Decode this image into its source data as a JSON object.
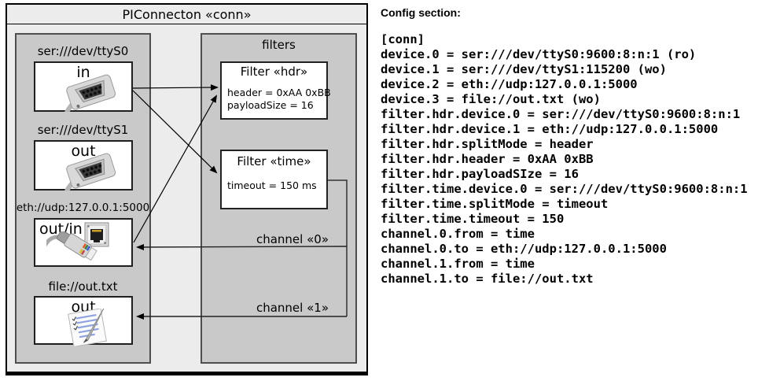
{
  "diagram": {
    "title": "PIConnecton «conn»",
    "devices_panel": {
      "devices": [
        {
          "label": "ser:///dev/ttyS0",
          "port": "in",
          "icon": "serial-port-icon"
        },
        {
          "label": "ser:///dev/ttyS1",
          "port": "out",
          "icon": "serial-port-icon"
        },
        {
          "label": "eth://udp:127.0.0.1:5000",
          "port": "out/in",
          "icon": "ethernet-icon"
        },
        {
          "label": "file://out.txt",
          "port": "out",
          "icon": "notepad-icon"
        }
      ]
    },
    "filters_panel": {
      "title": "filters",
      "filters": [
        {
          "title": "Filter «hdr»",
          "attributes": [
            "header = 0xAA 0xBB",
            "payloadSize = 16"
          ]
        },
        {
          "title": "Filter «time»",
          "attributes": [
            "timeout = 150 ms"
          ]
        }
      ]
    },
    "channels": [
      {
        "label": "channel «0»"
      },
      {
        "label": "channel «1»"
      }
    ]
  },
  "config": {
    "heading": "Config section:",
    "lines": [
      "[conn]",
      "device.0 = ser:///dev/ttyS0:9600:8:n:1 (ro)",
      "device.1 = ser:///dev/ttyS1:115200 (wo)",
      "device.2 = eth://udp:127.0.0.1:5000",
      "device.3 = file://out.txt (wo)",
      "filter.hdr.device.0 = ser:///dev/ttyS0:9600:8:n:1",
      "filter.hdr.device.1 = eth://udp:127.0.0.1:5000",
      "filter.hdr.splitMode = header",
      "filter.hdr.header = 0xAA 0xBB",
      "filter.hdr.payloadSIze = 16",
      "filter.time.device.0 = ser:///dev/ttyS0:9600:8:n:1",
      "filter.time.splitMode = timeout",
      "filter.time.timeout = 150",
      "channel.0.from = time",
      "channel.0.to = eth://udp:127.0.0.1:5000",
      "channel.1.from = time",
      "channel.1.to = file://out.txt"
    ]
  },
  "colors": {
    "outer_fill": "#ececec",
    "panel_fill": "#c9c9c9",
    "box_fill": "#ffffff",
    "line": "#000000"
  }
}
